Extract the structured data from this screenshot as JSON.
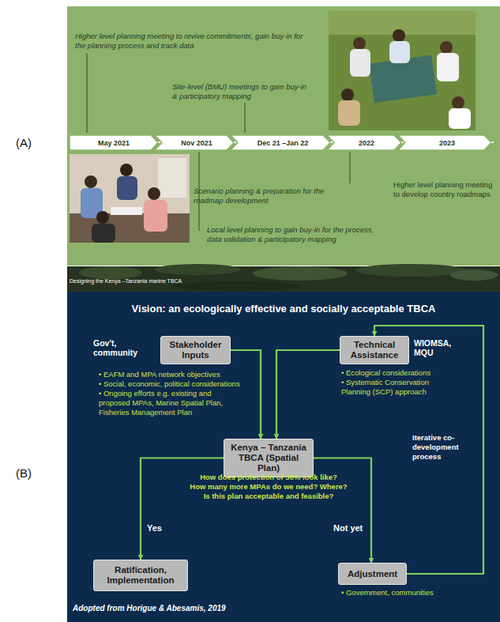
{
  "diagram": {
    "title": "Vision: an ecologically effective and socially acceptable TBCA",
    "nodes": [
      {
        "text": [
          "May 2021"
        ]
      },
      {
        "text": [
          "Nov 2021"
        ]
      },
      {
        "text": [
          "Dec 21 –Jan 22"
        ]
      },
      {
        "text": [
          "2022"
        ]
      },
      {
        "text": [
          "2023"
        ]
      },
      {
        "text": [
          "Stakeholder Inputs"
        ]
      },
      {
        "text": [
          "Technical Assistance"
        ]
      },
      {
        "text": [
          "Kenya – Tanzania TBCA (Spatial Plan)"
        ]
      },
      {
        "text": [
          "Ratification, Implementation"
        ]
      },
      {
        "text": [
          "Adjustment"
        ]
      }
    ],
    "edges": [
      {
        "from": 5,
        "to": 7,
        "arrow": "to"
      },
      {
        "from": 6,
        "to": 7,
        "arrow": "to"
      },
      {
        "from": 7,
        "to": 8,
        "label": "Yes",
        "arrow": "to"
      },
      {
        "from": 7,
        "to": 9,
        "label": "Not yet",
        "arrow": "to"
      },
      {
        "from": 9,
        "to": 6,
        "arrow": "to"
      }
    ],
    "labels": [
      "(A)",
      "Higher level planning meeting to revive commitments, gain buy-in for the planning process and track data",
      "Site-level (BMU) meetings to gain buy-in & participatory mapping",
      "Scenario planning & preparation for the roadmap development",
      "Higher level planning meeting to develop country roadmaps",
      "Local level planning to gain buy-in for the process, data validation & participatory mapping",
      "Designing the Kenya –Tanzania marine TBCA",
      "(B)",
      "Gov't, community",
      "WIOMSA, MQU",
      "• EAFM and MPA network objectives",
      "• Social, economic, political considerations",
      "• Ongoing efforts e.g. existing and proposed MPAs, Marine Spatial Plan, Fisheries Management Plan",
      "• Ecological considerations",
      "• Systematic Conservation Planning (SCP) approach",
      "How does protection of 30% look like?",
      "How many more MPAs do we need? Where?",
      "Is this plan acceptable and feasible?",
      "Iterative co-development process",
      "• Government, communities",
      "Adopted from Horigue & Abesamis, 2019"
    ]
  }
}
